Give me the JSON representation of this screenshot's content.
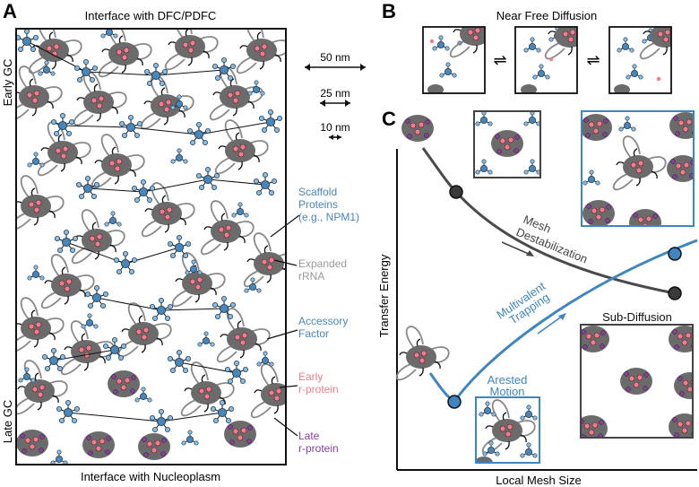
{
  "panels": {
    "a": {
      "letter": "A",
      "top_label": "Interface with DFC/PDFC",
      "bottom_label": "Interface with Nucleoplasm",
      "left_top": "Early GC",
      "left_bottom": "Late GC",
      "scale_bars": [
        "50 nm",
        "25 nm",
        "10 nm"
      ],
      "legend": {
        "scaffold": [
          "Scaffold",
          "Proteins",
          "(e.g., NPM1)"
        ],
        "rrna": [
          "Expanded",
          "rRNA"
        ],
        "accessory": [
          "Accessory",
          "Factor"
        ],
        "early": [
          "Early",
          "r-protein"
        ],
        "late": [
          "Late",
          "r-protein"
        ]
      }
    },
    "b": {
      "letter": "B",
      "title": "Near Free Diffusion",
      "arrows": [
        "⇌",
        "⇌"
      ]
    },
    "c": {
      "letter": "C",
      "ylabel": "Transfer Energy",
      "xlabel": "Local Mesh Size",
      "mesh_label": [
        "Mesh",
        "Destabilization"
      ],
      "trap_label": [
        "Multivalent",
        "Trapping"
      ],
      "arrested_label": [
        "Arested",
        "Motion"
      ],
      "subdiff_label": "Sub-Diffusion"
    }
  },
  "colors": {
    "scaffold": "#4a86b8",
    "scaffold_light": "#8cbce0",
    "rrna": "#888888",
    "particle": "#666666",
    "early": "#f07c8c",
    "late": "#8a3fa0",
    "blue_curve": "#3f86c0",
    "gray_curve": "#4a4a4a"
  }
}
